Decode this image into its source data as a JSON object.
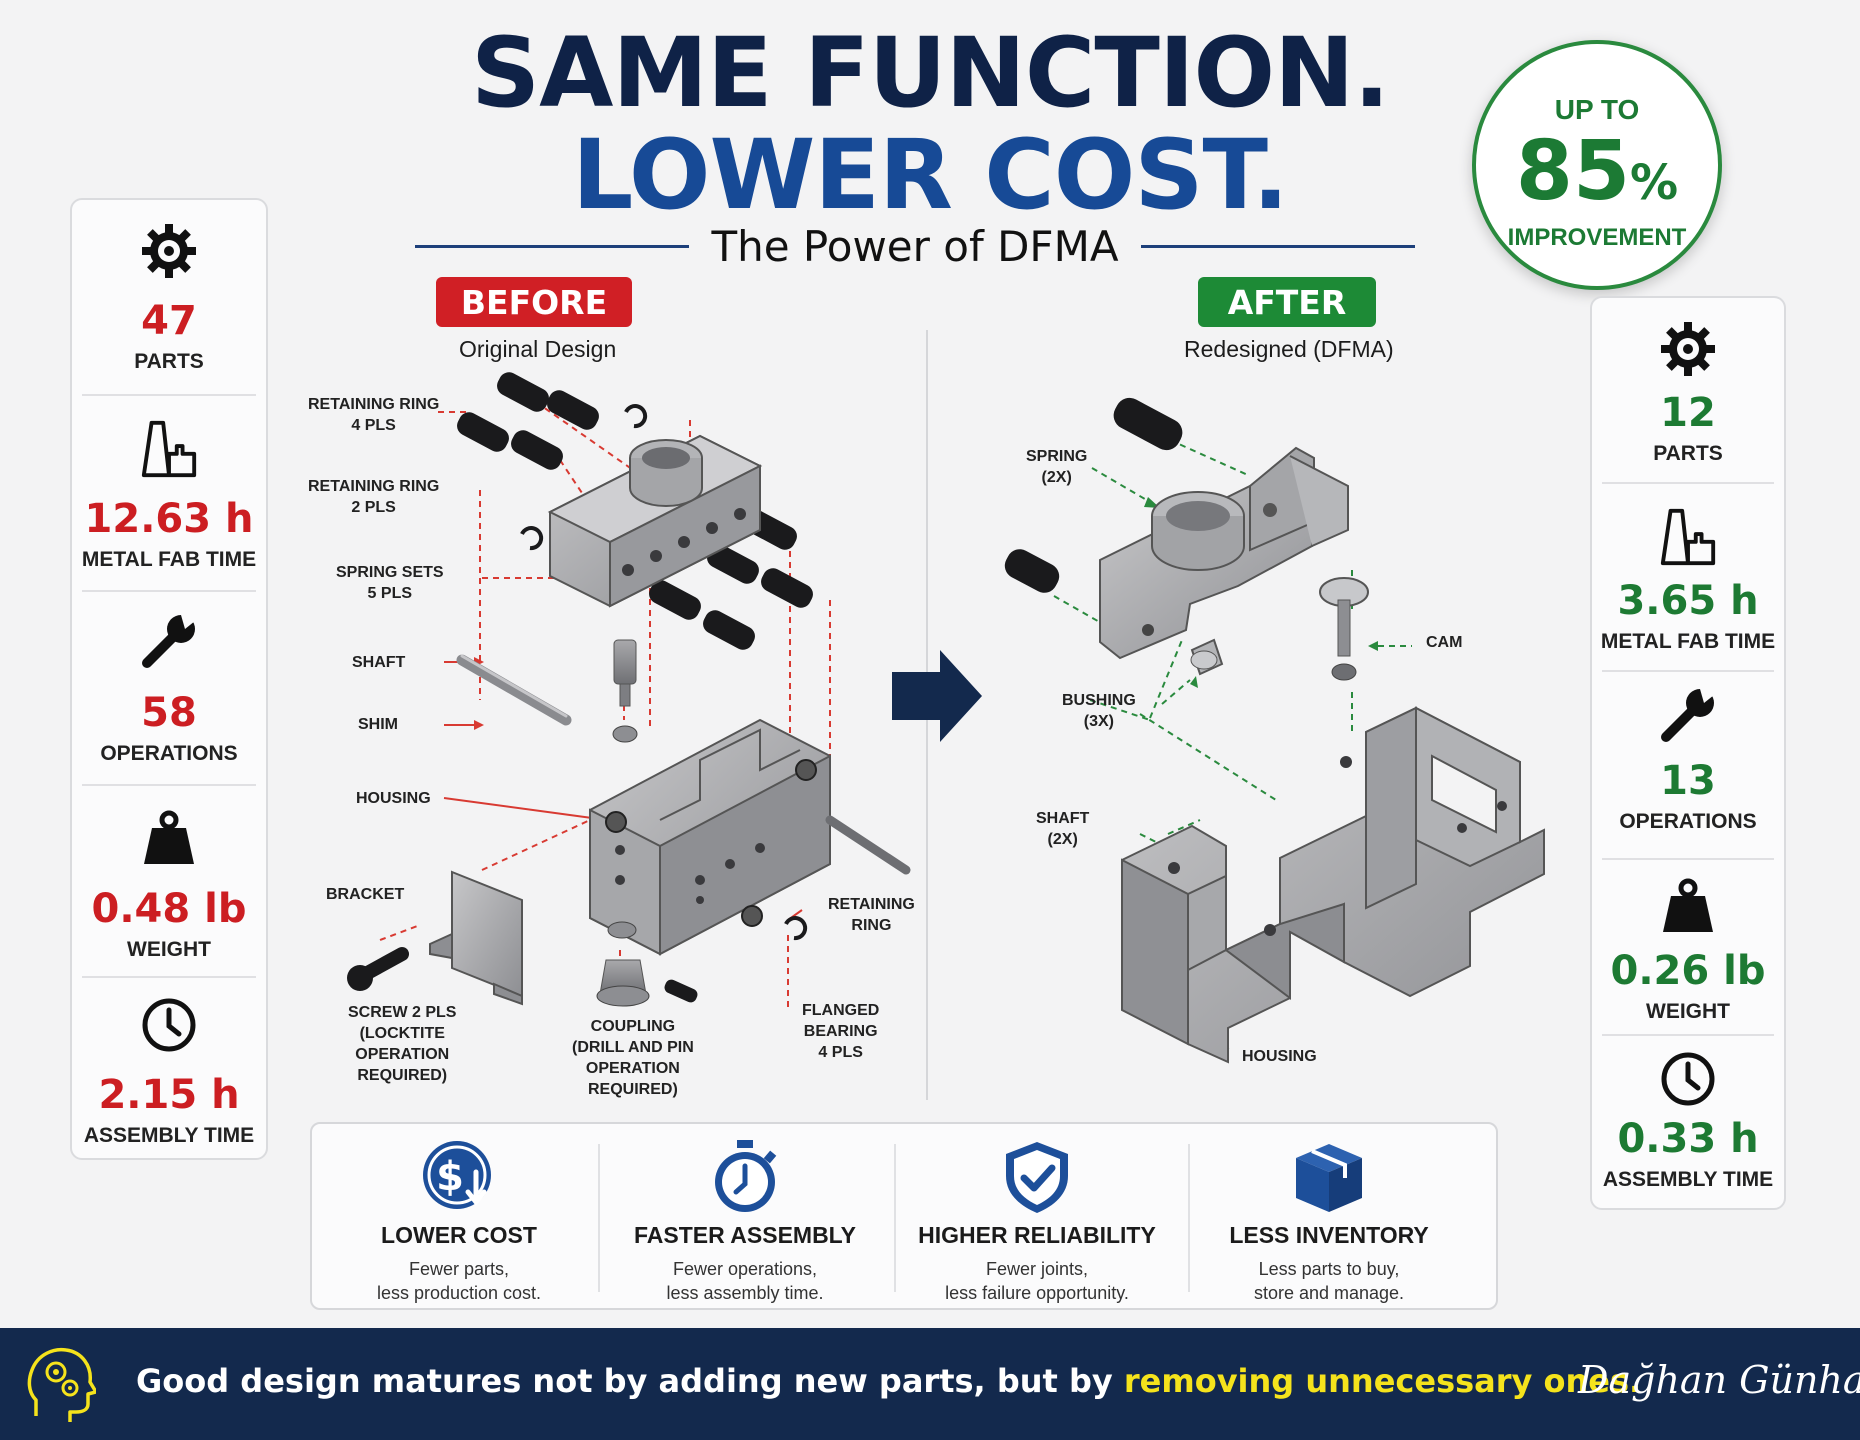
{
  "header": {
    "line1": "SAME FUNCTION.",
    "line2": "LOWER COST.",
    "subtitle": "The Power of DFMA"
  },
  "badge": {
    "top": "UP TO",
    "value": "85",
    "unit": "%",
    "bottom": "IMPROVEMENT"
  },
  "before": {
    "tag": "BEFORE",
    "sub": "Original Design",
    "stats": [
      {
        "icon": "gear-icon",
        "value": "47",
        "label": "PARTS"
      },
      {
        "icon": "factory-icon",
        "value": "12.63 h",
        "label": "METAL FAB TIME"
      },
      {
        "icon": "wrench-icon",
        "value": "58",
        "label": "OPERATIONS"
      },
      {
        "icon": "weight-icon",
        "value": "0.48 lb",
        "label": "WEIGHT"
      },
      {
        "icon": "clock-icon",
        "value": "2.15 h",
        "label": "ASSEMBLY TIME"
      }
    ],
    "callouts": {
      "retaining_ring_4": [
        "RETAINING RING",
        "4 PLS"
      ],
      "retaining_ring_2": [
        "RETAINING RING",
        "2 PLS"
      ],
      "spring_sets": [
        "SPRING SETS",
        "5 PLS"
      ],
      "shaft": "SHAFT",
      "shim": "SHIM",
      "housing": "HOUSING",
      "bracket": "BRACKET",
      "retaining_ring": [
        "RETAINING",
        "RING"
      ],
      "screw": [
        "SCREW 2 PLS",
        "(LOCKTITE",
        "OPERATION",
        "REQUIRED)"
      ],
      "coupling": [
        "COUPLING",
        "(DRILL AND PIN",
        "OPERATION",
        "REQUIRED)"
      ],
      "flanged": [
        "FLANGED",
        "BEARING",
        "4 PLS"
      ]
    }
  },
  "after": {
    "tag": "AFTER",
    "sub": "Redesigned (DFMA)",
    "stats": [
      {
        "icon": "gear-icon",
        "value": "12",
        "label": "PARTS"
      },
      {
        "icon": "factory-icon",
        "value": "3.65 h",
        "label": "METAL FAB TIME"
      },
      {
        "icon": "wrench-icon",
        "value": "13",
        "label": "OPERATIONS"
      },
      {
        "icon": "weight-icon",
        "value": "0.26 lb",
        "label": "WEIGHT"
      },
      {
        "icon": "clock-icon",
        "value": "0.33 h",
        "label": "ASSEMBLY TIME"
      }
    ],
    "callouts": {
      "spring": [
        "SPRING",
        "(2X)"
      ],
      "cam": "CAM",
      "bushing": [
        "BUSHING",
        "(3X)"
      ],
      "shaft": [
        "SHAFT",
        "(2X)"
      ],
      "housing": "HOUSING"
    }
  },
  "features": [
    {
      "icon": "dollar-down-icon",
      "title": "LOWER COST",
      "line1": "Fewer parts,",
      "line2": "less production cost."
    },
    {
      "icon": "stopwatch-icon",
      "title": "FASTER ASSEMBLY",
      "line1": "Fewer operations,",
      "line2": "less assembly time."
    },
    {
      "icon": "shield-check-icon",
      "title": "HIGHER RELIABILITY",
      "line1": "Fewer joints,",
      "line2": "less failure opportunity."
    },
    {
      "icon": "box-icon",
      "title": "LESS INVENTORY",
      "line1": "Less parts to buy,",
      "line2": "store and manage."
    }
  ],
  "footer": {
    "quote_plain": "Good design matures not by adding new parts, but by ",
    "quote_highlight": "removing unnecessary ones.",
    "signature": "Dağhan Günhan",
    "icon": "head-gears-icon"
  },
  "colors": {
    "navy": "#0f2247",
    "blue": "#174a96",
    "red": "#cc1e22",
    "green": "#1d7a33",
    "highlight": "#f5e31c"
  }
}
